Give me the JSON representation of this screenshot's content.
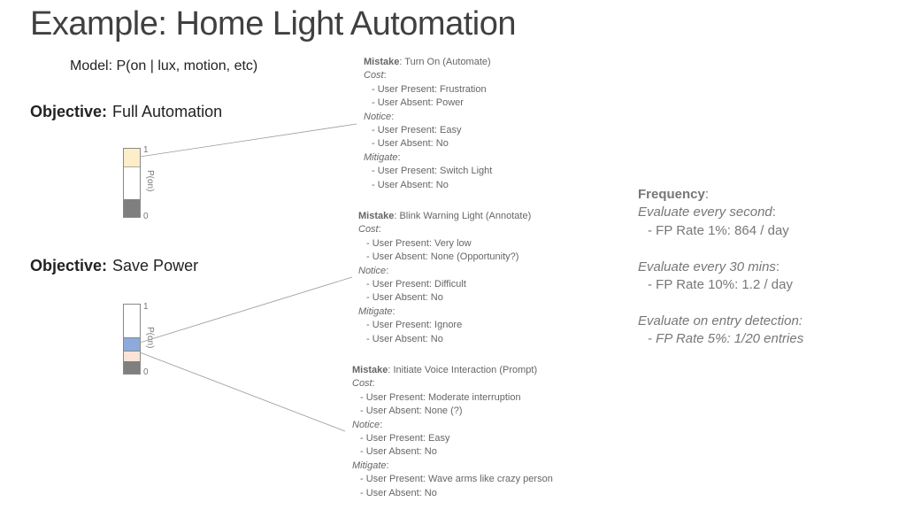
{
  "title": "Example: Home Light Automation",
  "model": "Model: P(on | lux, motion, etc)",
  "objectives": [
    {
      "label": "Objective:",
      "value": "Full Automation",
      "tick_high": "1",
      "tick_low": "0",
      "axis": "P(on)"
    },
    {
      "label": "Objective:",
      "value": "Save Power",
      "tick_high": "1",
      "tick_low": "0",
      "axis": "P(on)"
    }
  ],
  "colors": {
    "yellow": "#fdedc9",
    "blue": "#8eaadb",
    "peach": "#fbe3d6",
    "gray": "#7f7f7f"
  },
  "mistakes": [
    {
      "head": "Mistake",
      "title": ": Turn On (Automate)",
      "cost": "Cost",
      "cost_present": "- User Present: Frustration",
      "cost_absent": "- User Absent: Power",
      "notice": "Notice",
      "notice_present": "- User Present: Easy",
      "notice_absent": "- User Absent: No",
      "mitigate": "Mitigate",
      "mitigate_present": "- User Present: Switch Light",
      "mitigate_absent": "- User Absent: No"
    },
    {
      "head": "Mistake",
      "title": ": Blink Warning Light (Annotate)",
      "cost": "Cost",
      "cost_present": "- User Present: Very low",
      "cost_absent": "- User Absent: None (Opportunity?)",
      "notice": "Notice",
      "notice_present": "- User Present: Difficult",
      "notice_absent": "- User Absent: No",
      "mitigate": "Mitigate",
      "mitigate_present": "- User Present: Ignore",
      "mitigate_absent": "- User Absent: No"
    },
    {
      "head": "Mistake",
      "title": ": Initiate Voice Interaction (Prompt)",
      "cost": "Cost",
      "cost_present": "- User Present: Moderate interruption",
      "cost_absent": "- User Absent: None (?)",
      "notice": "Notice",
      "notice_present": "- User Present: Easy",
      "notice_absent": "- User Absent: No",
      "mitigate": "Mitigate",
      "mitigate_present": "- User Present: Wave arms like crazy person",
      "mitigate_absent": "- User Absent: No"
    }
  ],
  "frequency": {
    "head": "Frequency",
    "e1": "Evaluate every second",
    "e1_rate": "- FP Rate 1%: 864 / day",
    "e2": "Evaluate every 30 mins",
    "e2_rate": "- FP Rate 10%: 1.2 / day",
    "e3": "Evaluate on entry detection:",
    "e3_rate": "- FP Rate 5%: 1/20 entries"
  }
}
